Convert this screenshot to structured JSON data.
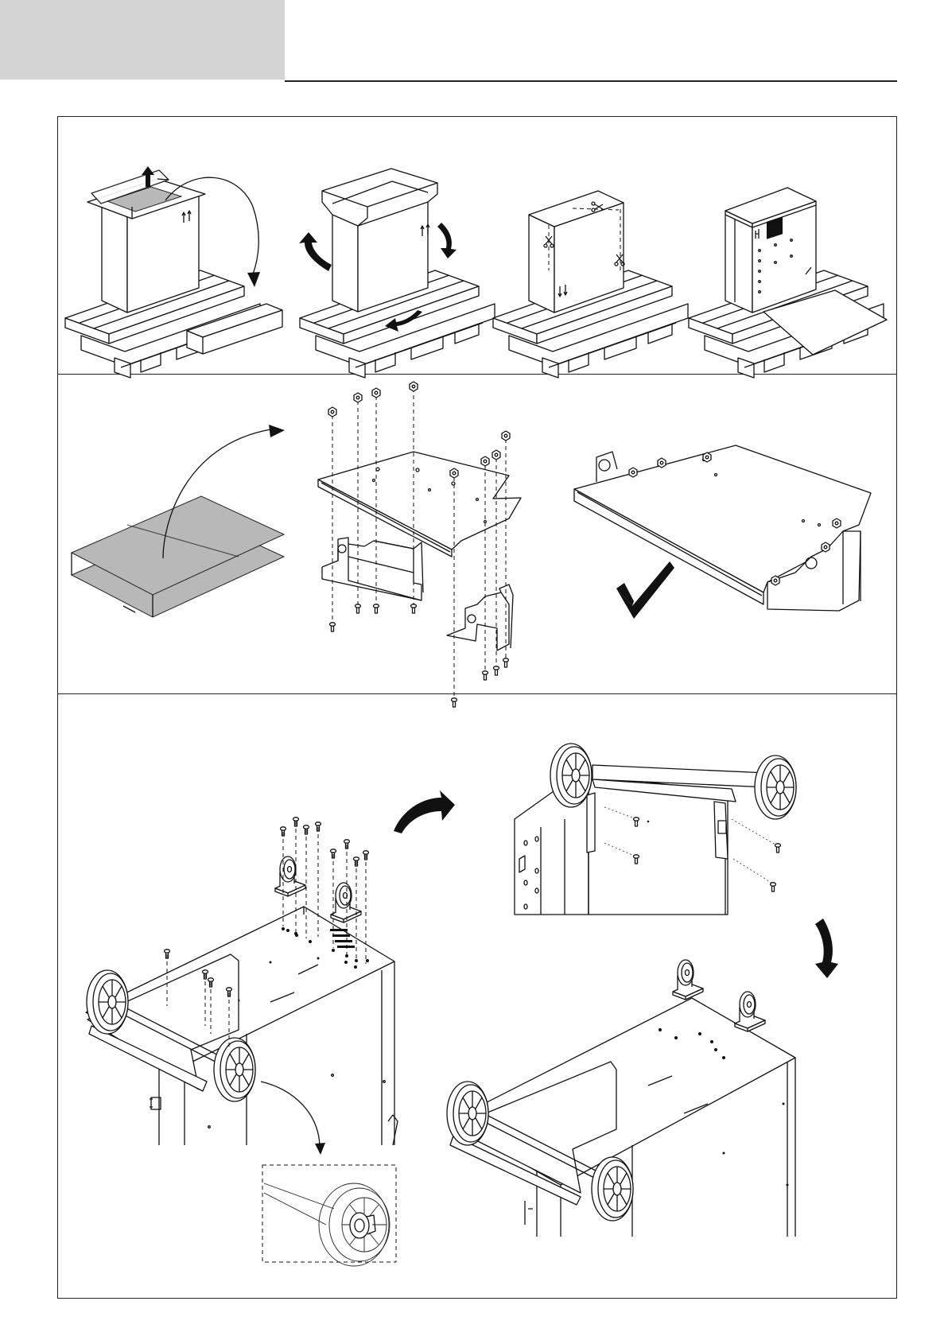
{
  "page": {
    "header_tab_color": "#d4d4d4",
    "line_color": "#222222"
  },
  "panels": [
    {
      "id": "unpacking",
      "steps": [
        {
          "name": "remove-lid-and-accessory-box",
          "icons": [
            "up-arrow-icon",
            "curved-arrow-icon"
          ]
        },
        {
          "name": "open-carton-flaps",
          "icons": [
            "rotate-arrow-icon"
          ]
        },
        {
          "name": "cut-carton",
          "icons": [
            "scissors-icon"
          ]
        },
        {
          "name": "roll-off-ramp",
          "icons": [
            "ramp-icon"
          ]
        }
      ]
    },
    {
      "id": "support-bracket-assembly",
      "steps": [
        {
          "name": "unfold-cardboard",
          "icons": [
            "curved-arrow-icon"
          ]
        },
        {
          "name": "exploded-bracket-bolts",
          "icons": [
            "bolt-icon"
          ]
        },
        {
          "name": "assembled-bracket-ok",
          "icons": [
            "checkmark-icon"
          ]
        }
      ]
    },
    {
      "id": "wheel-assembly",
      "steps": [
        {
          "name": "mount-wheels-and-casters",
          "icons": [
            "caster-icon",
            "wheel-icon"
          ]
        },
        {
          "name": "fix-axle-screws",
          "icons": [
            "curved-arrow-icon"
          ]
        },
        {
          "name": "assembled-cart",
          "icons": [
            "curved-arrow-icon"
          ]
        },
        {
          "name": "wheel-detail-zoom",
          "icons": [
            "zoom-detail-icon"
          ]
        }
      ]
    }
  ]
}
